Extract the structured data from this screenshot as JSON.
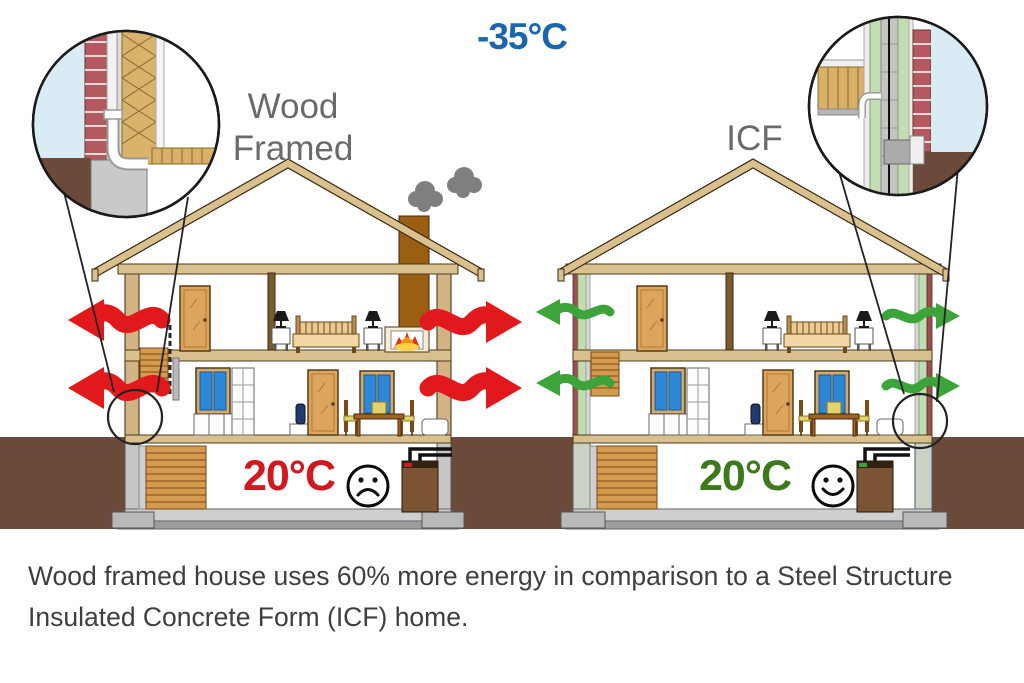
{
  "diagram": {
    "outside_temp": "-35°C",
    "wood_house": {
      "label_line1": "Wood",
      "label_line2": "Framed",
      "inside_temp": "20°C",
      "mood_icon": "sad-face",
      "heat_arrow_color": "#e2191c",
      "chimney_smoke": true
    },
    "icf_house": {
      "label": "ICF",
      "inside_temp": "20°C",
      "mood_icon": "happy-face",
      "heat_arrow_color": "#3ca43a",
      "chimney_smoke": false
    },
    "caption_line1": "Wood framed house uses 60% more energy in comparison to a Steel Structure",
    "caption_line2": "Insulated Concrete Form (ICF) home.",
    "colors": {
      "outside_temp_blue": "#1c66b0",
      "heat_loss_red": "#e2191c",
      "heat_retained_green": "#3ca43a",
      "wood_temp_red": "#d2191f",
      "icf_temp_green": "#3d7a1b",
      "label_gray": "#6a6a6a",
      "ground_brown": "#6b4a3b",
      "caption_gray": "#3f3f3f"
    }
  }
}
